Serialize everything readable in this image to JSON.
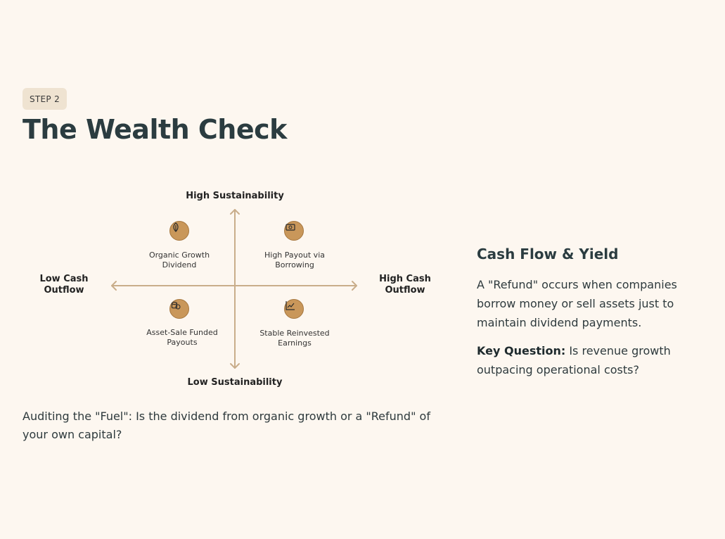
{
  "header": {
    "step": "STEP 2",
    "title": "The Wealth Check"
  },
  "matrix": {
    "axis_top": "High Sustainability",
    "axis_bottom": "Low Sustainability",
    "axis_left": "Low Cash Outflow",
    "axis_right": "High Cash Outflow",
    "quadrants": [
      {
        "label": "Organic Growth Dividend",
        "icon": "leaf-icon"
      },
      {
        "label": "High Payout via Borrowing",
        "icon": "cash-icon"
      },
      {
        "label": "Asset-Sale Funded Payouts",
        "icon": "coins-icon"
      },
      {
        "label": "Stable Reinvested Earnings",
        "icon": "chart-line-icon"
      }
    ],
    "colors": {
      "axis": "#c9ad8a",
      "icon_fill": "#c9975a"
    }
  },
  "caption": "Auditing the \"Fuel\": Is the dividend from organic growth or a \"Refund\" of your own capital?",
  "side": {
    "title": "Cash Flow & Yield",
    "body": "A \"Refund\" occurs when companies borrow money or sell assets just to maintain dividend payments.",
    "question_label": "Key Question:",
    "question_text": " Is revenue growth outpacing operational costs?"
  }
}
